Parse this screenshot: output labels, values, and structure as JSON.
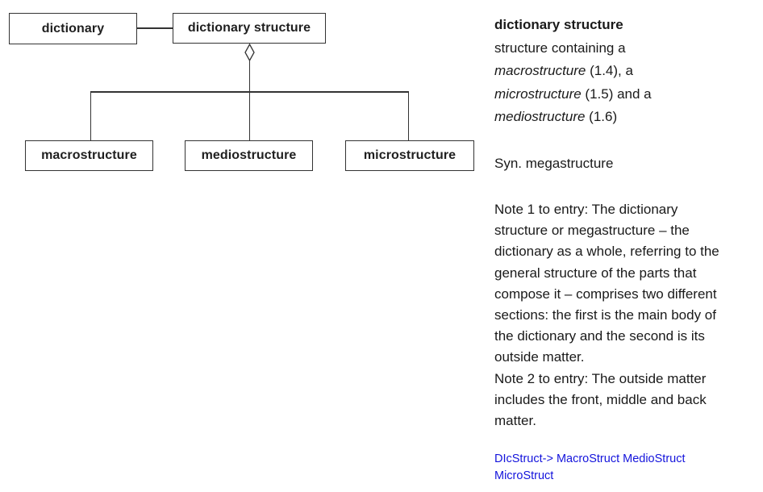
{
  "diagram": {
    "nodes": {
      "dictionary": "dictionary",
      "dictionary_structure": "dictionary structure",
      "macrostructure": "macrostructure",
      "mediostructure": "mediostructure",
      "microstructure": "microstructure"
    },
    "relation": "aggregation-diamond"
  },
  "entry": {
    "term": "dictionary structure",
    "definition_line1": "structure containing a",
    "def_lines": [
      {
        "italic": "macrostructure",
        "rest": " (1.4), a"
      },
      {
        "italic": "microstructure",
        "rest": " (1.5) and a"
      },
      {
        "italic": "mediostructure",
        "rest": " (1.6)"
      }
    ],
    "synonym": "Syn. megastructure",
    "note_lines": [
      "Note 1 to entry: The dictionary",
      "structure or megastructure – the",
      "dictionary as a whole, referring to the",
      "general structure of the parts that",
      "compose it – comprises two different",
      "sections: the first is the main body of",
      "the dictionary and the second is its",
      "outside matter.",
      "Note 2 to entry: The outside matter",
      "includes the front, middle and back",
      "matter."
    ],
    "link_lines": [
      "DIcStruct-> MacroStruct MedioStruct",
      "MicroStruct"
    ]
  },
  "colors": {
    "link": "#1414dc",
    "line": "#333333",
    "text": "#1a1a1a"
  }
}
